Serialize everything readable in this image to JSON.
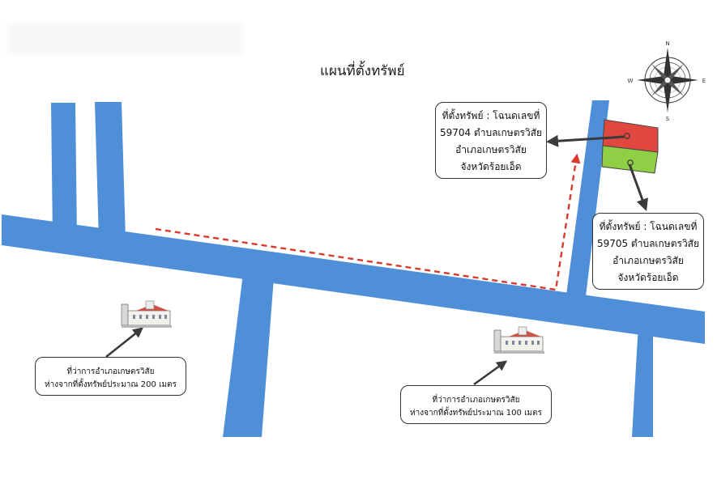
{
  "map": {
    "title": "แผนที่ตั้งทรัพย์",
    "compass": {
      "n": "N",
      "e": "E",
      "s": "S",
      "w": "W"
    },
    "lot1": {
      "line1": "ที่ตั้งทรัพย์ : โฉนดเลขที่",
      "line2": "59704 ตำบลเกษตรวิสัย",
      "line3": "อำเภอเกษตรวิสัย",
      "line4": "จังหวัดร้อยเอ็ด"
    },
    "lot2": {
      "line1": "ที่ตั้งทรัพย์ : โฉนดเลขที่",
      "line2": "59705 ตำบลเกษตรวิสัย",
      "line3": "อำเภอเกษตรวิสัย",
      "line4": "จังหวัดร้อยเอ็ด"
    },
    "office1": {
      "line1": "ที่ว่าการอำเภอเกษตรวิสัย",
      "line2": "ห่างจากที่ตั้งทรัพย์ประมาณ 200 เมตร"
    },
    "office2": {
      "line1": "ที่ว่าการอำเภอเกษตรวิสัย",
      "line2": "ห่างจากที่ตั้งทรัพย์ประมาณ 100 เมตร"
    }
  },
  "colors": {
    "road": "#4f8fd8",
    "lot1_fill": "#e0473f",
    "lot2_fill": "#8fcf45",
    "route": "#d93a2e",
    "arrow": "#3a3a3a"
  }
}
